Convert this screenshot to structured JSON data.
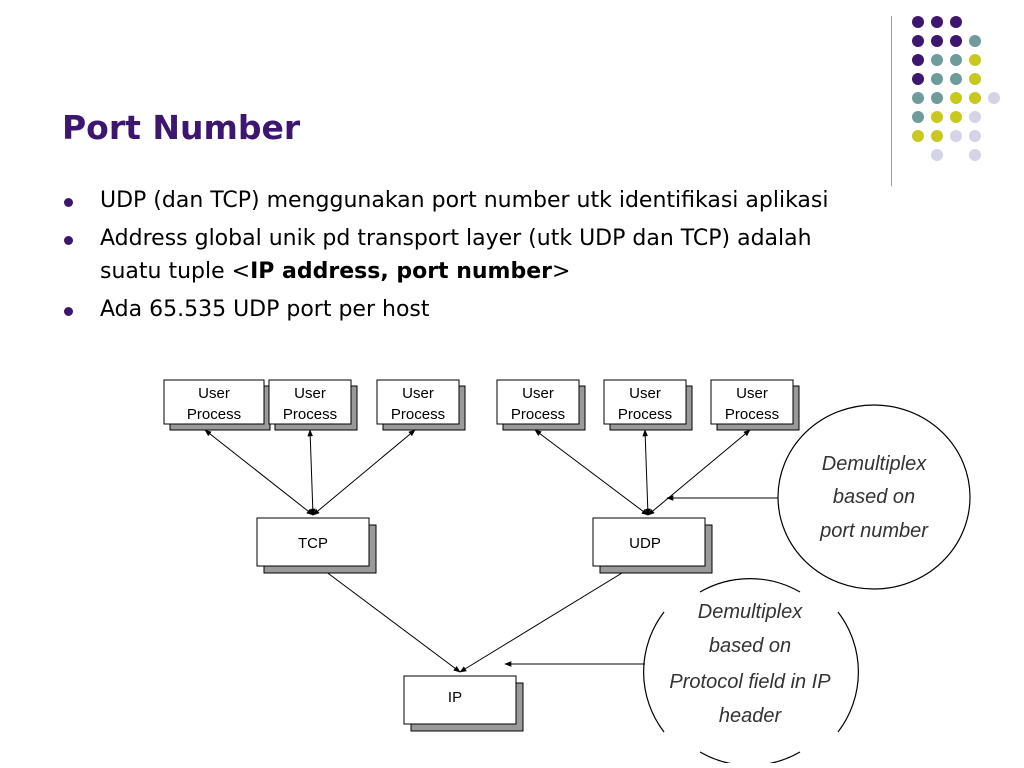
{
  "slide": {
    "title": "Port Number",
    "bullets": [
      {
        "text": "UDP (dan TCP) menggunakan port number utk identifikasi aplikasi"
      },
      {
        "line1": "Address global unik pd transport layer (utk UDP dan TCP) adalah",
        "prefix": "suatu tuple <",
        "bold": "IP address, port number",
        "suffix": ">"
      },
      {
        "text": "Ada 65.535 UDP port per host"
      }
    ]
  },
  "diagram": {
    "process_label_line1": "User",
    "process_label_line2": "Process",
    "tcp": "TCP",
    "udp": "UDP",
    "ip": "IP",
    "note_port": [
      "Demultiplex",
      "based on",
      "port number"
    ],
    "note_protocol": [
      "Demultiplex",
      "based on",
      "Protocol field in IP",
      "header"
    ]
  },
  "colors": {
    "title": "#3d1670",
    "dot_purple": "#3d1670",
    "dot_teal": "#6f9b9b",
    "dot_yellow": "#c8c81e",
    "dot_lavender": "#d4d4e6"
  }
}
